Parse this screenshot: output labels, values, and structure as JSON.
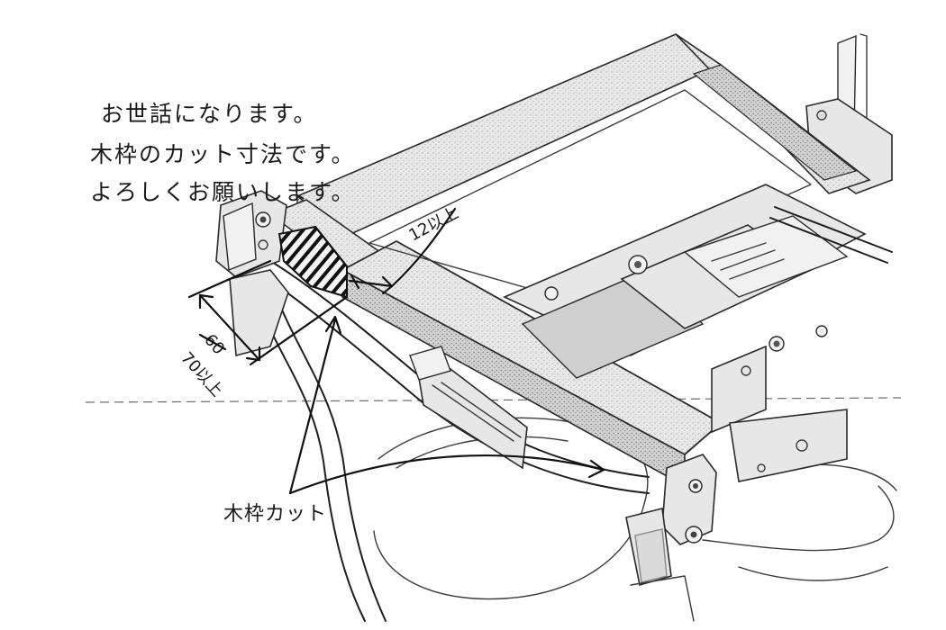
{
  "notes": {
    "line1": "お世話になります。",
    "line2": "木枠のカット寸法です。",
    "line3": "よろしくお願いします。"
  },
  "dimensions": {
    "width_label": "12以上",
    "length_label_struck": "60",
    "length_label": "70以上"
  },
  "callout": {
    "label": "木枠カット"
  },
  "colors": {
    "ink": "#1e1e1e",
    "paper": "#ffffff",
    "hatch": "#111111"
  }
}
